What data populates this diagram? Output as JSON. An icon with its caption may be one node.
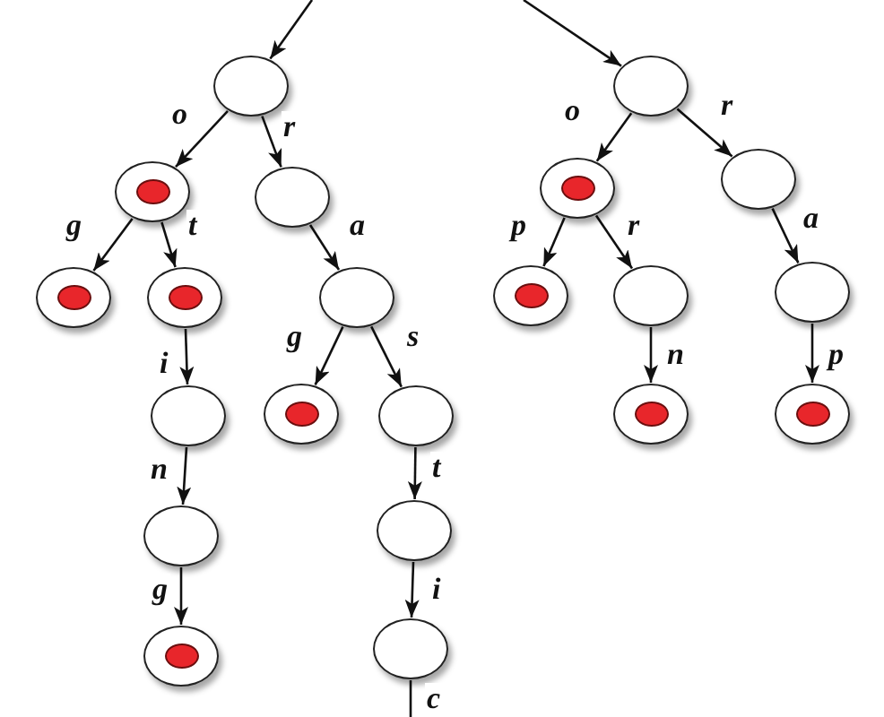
{
  "diagram": {
    "nodes": [
      {
        "text": [],
        "shape": "circle"
      },
      {
        "text": [],
        "shape": "circle"
      },
      {
        "text": [],
        "shape": "dot",
        "in": 1
      },
      {
        "text": [],
        "shape": "circle"
      },
      {
        "text": [],
        "shape": "circle"
      },
      {
        "text": [],
        "shape": "dot",
        "in": 4
      },
      {
        "text": [],
        "shape": "circle"
      },
      {
        "text": [],
        "shape": "dot",
        "in": 6
      },
      {
        "text": [],
        "shape": "circle"
      },
      {
        "text": [],
        "shape": "circle"
      },
      {
        "text": [],
        "shape": "circle"
      },
      {
        "text": [],
        "shape": "dot",
        "in": 10
      },
      {
        "text": [],
        "shape": "circle"
      },
      {
        "text": [],
        "shape": "circle"
      },
      {
        "text": [],
        "shape": "circle"
      },
      {
        "text": [],
        "shape": "circle"
      },
      {
        "text": [],
        "shape": "dot",
        "in": 15
      },
      {
        "text": [],
        "shape": "circle"
      },
      {
        "text": [],
        "shape": "circle"
      },
      {
        "text": [],
        "shape": "circle"
      },
      {
        "text": [],
        "shape": "dot",
        "in": 19
      },
      {
        "text": [],
        "shape": "circle"
      },
      {
        "text": [],
        "shape": "circle"
      },
      {
        "text": [],
        "shape": "dot",
        "in": 22
      },
      {
        "text": [],
        "shape": "circle"
      },
      {
        "text": [],
        "shape": "circle"
      },
      {
        "text": [],
        "shape": "circle"
      },
      {
        "text": [],
        "shape": "dot",
        "in": 26
      },
      {
        "text": [],
        "shape": "circle"
      },
      {
        "text": [],
        "shape": "dot",
        "in": 28
      }
    ],
    "edges": [
      {
        "from": null,
        "to": 0,
        "arrow": "to"
      },
      {
        "from": 0,
        "to": 1,
        "arrow": "to",
        "label": "o"
      },
      {
        "from": 0,
        "to": 3,
        "arrow": "to",
        "label": "r"
      },
      {
        "from": 1,
        "to": 4,
        "arrow": "to",
        "label": "g"
      },
      {
        "from": 1,
        "to": 6,
        "arrow": "to",
        "label": "t"
      },
      {
        "from": 3,
        "to": 8,
        "arrow": "to",
        "label": "a"
      },
      {
        "from": 6,
        "to": 9,
        "arrow": "to",
        "label": "i"
      },
      {
        "from": 8,
        "to": 10,
        "arrow": "to",
        "label": "g"
      },
      {
        "from": 8,
        "to": 12,
        "arrow": "to",
        "label": "s"
      },
      {
        "from": 9,
        "to": 13,
        "arrow": "to",
        "label": "n"
      },
      {
        "from": 12,
        "to": 14,
        "arrow": "to",
        "label": "t"
      },
      {
        "from": 13,
        "to": 15,
        "arrow": "to",
        "label": "g"
      },
      {
        "from": 14,
        "to": 17,
        "arrow": "to",
        "label": "i"
      },
      {
        "from": 17,
        "to": null,
        "arrow": "none",
        "label": "c"
      },
      {
        "from": null,
        "to": 18,
        "arrow": "to"
      },
      {
        "from": 18,
        "to": 19,
        "arrow": "to",
        "label": "o"
      },
      {
        "from": 18,
        "to": 21,
        "arrow": "to",
        "label": "r"
      },
      {
        "from": 19,
        "to": 22,
        "arrow": "to",
        "label": "p"
      },
      {
        "from": 19,
        "to": 24,
        "arrow": "to",
        "label": "r"
      },
      {
        "from": 21,
        "to": 25,
        "arrow": "to",
        "label": "a"
      },
      {
        "from": 24,
        "to": 26,
        "arrow": "to",
        "label": "n"
      },
      {
        "from": 25,
        "to": 28,
        "arrow": "to",
        "label": "p"
      }
    ]
  }
}
